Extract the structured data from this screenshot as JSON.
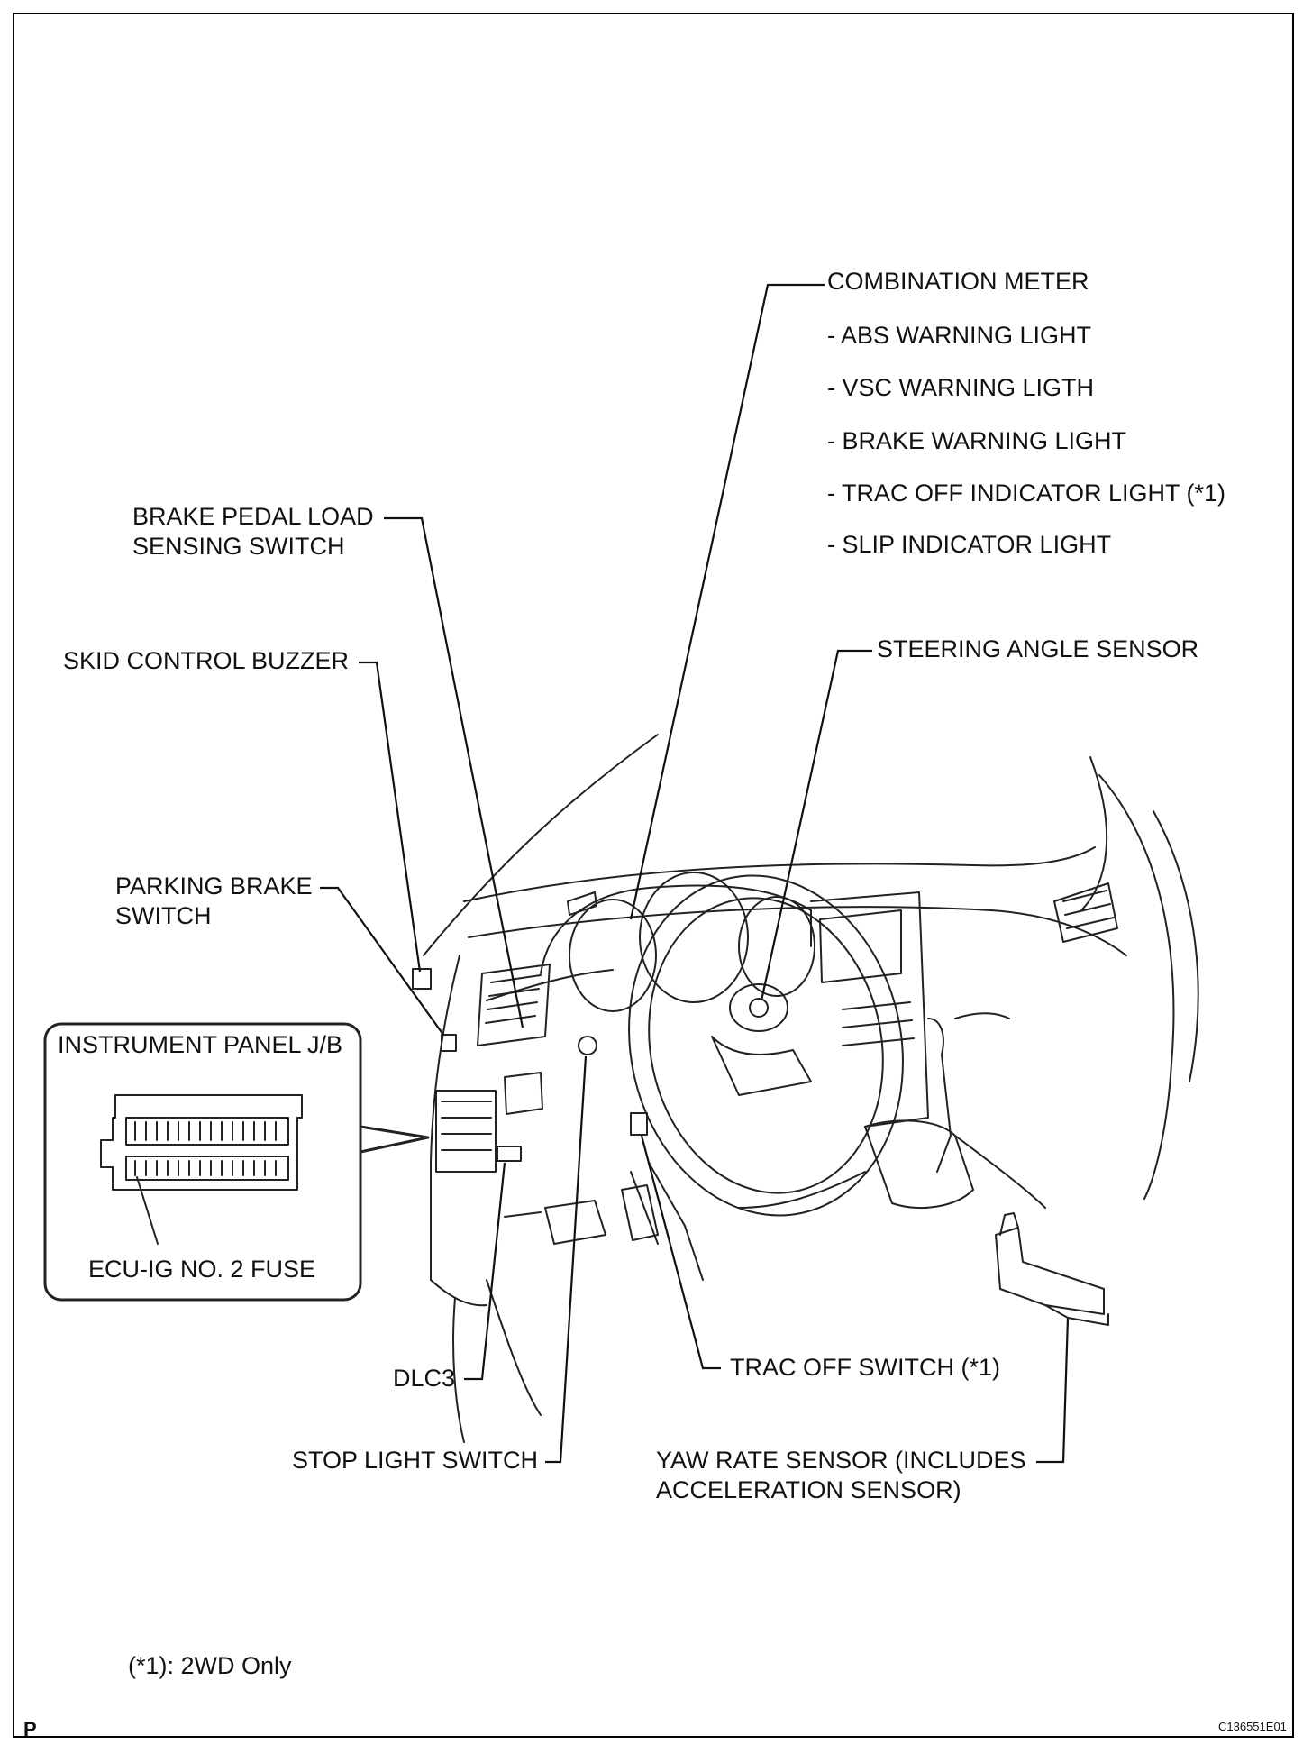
{
  "labels": {
    "combination_meter": "COMBINATION METER",
    "meter_items": [
      "- ABS WARNING LIGHT",
      "- VSC WARNING LIGTH",
      "- BRAKE WARNING LIGHT",
      "- TRAC OFF INDICATOR LIGHT  (*1)",
      "- SLIP INDICATOR LIGHT"
    ],
    "brake_pedal_load_line1": "BRAKE PEDAL LOAD",
    "brake_pedal_load_line2": "SENSING SWITCH",
    "steering_angle_sensor": "STEERING ANGLE SENSOR",
    "skid_control_buzzer": "SKID CONTROL BUZZER",
    "parking_brake_line1": "PARKING BRAKE",
    "parking_brake_line2": "SWITCH",
    "instrument_panel_jb": "INSTRUMENT PANEL J/B",
    "ecu_ig_fuse": "ECU-IG NO. 2 FUSE",
    "dlc3": "DLC3",
    "trac_off_switch": "TRAC OFF SWITCH (*1)",
    "stop_light_switch": "STOP LIGHT SWITCH",
    "yaw_rate_line1": "YAW RATE SENSOR (INCLUDES",
    "yaw_rate_line2": "ACCELERATION SENSOR)"
  },
  "footnote": "(*1): 2WD Only",
  "corner_mark": "P",
  "figure_code": "C136551E01"
}
